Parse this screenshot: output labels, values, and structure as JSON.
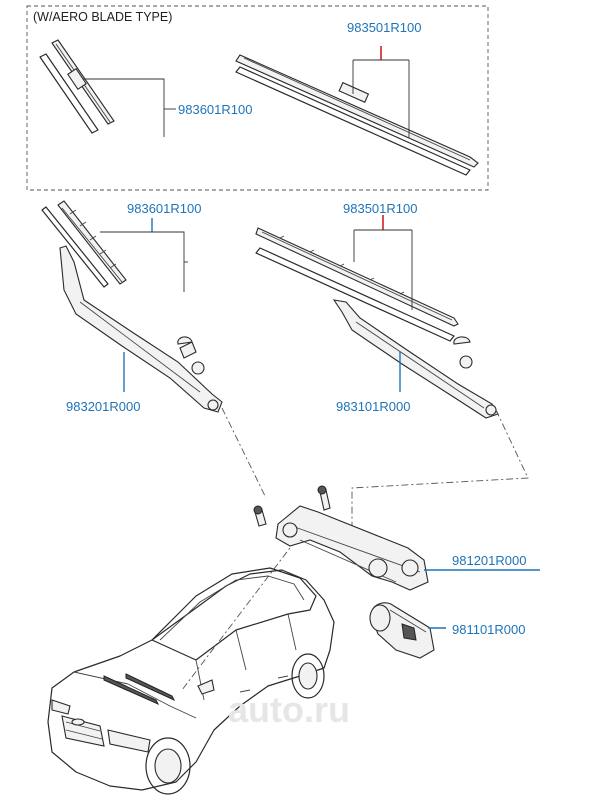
{
  "frame": {
    "title": "(W/AERO BLADE TYPE)"
  },
  "watermark": "auto.ru",
  "parts": {
    "aero_passenger_blade": "983601R100",
    "aero_driver_blade": "983501R100",
    "passenger_blade": "983601R100",
    "driver_blade": "983501R100",
    "passenger_arm": "983201R000",
    "driver_arm": "983101R000",
    "linkage": "981201R000",
    "motor": "981101R000"
  },
  "colors": {
    "part_number": "#1f74b8",
    "leader_highlight": "#d42020",
    "line": "#2a2a2a"
  }
}
